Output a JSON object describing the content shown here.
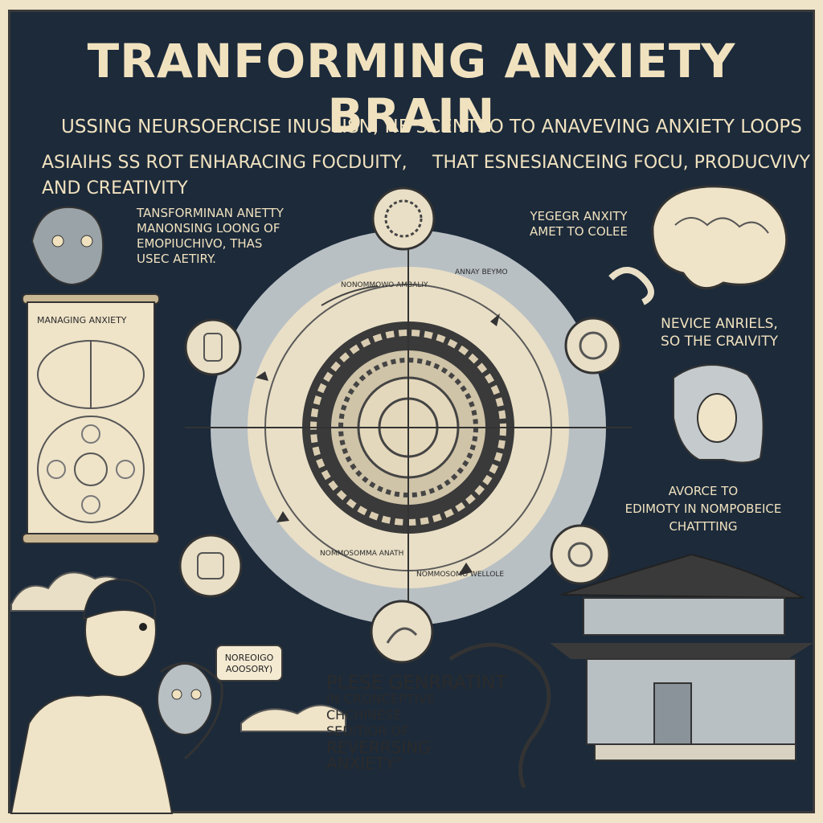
{
  "title": "TRANFORMING ANXIETY BRAIN",
  "subtitle": {
    "line1": "USSING NEURSOERCISE INUSLISN, NE SCENTSO TO ANAVEVING ANXIETY LOOPS",
    "line2_left": "ASIAIHS SS ROT ENHARACING  FOCDUITY,",
    "line2_right": "THAT ESNESIANCEING FOCU, PRODUCVIVY",
    "line3": "AND CREATIVITY"
  },
  "notes": {
    "left_top": [
      "TANSFORMINAN ANETTY",
      "MANONSING LOONG OF",
      "EMOPIUCHIVO, THAS",
      "USEC AETIRY."
    ],
    "right_top": [
      "YEGEGR ANXITY",
      "AMET TO COLEE"
    ],
    "right_mid": [
      "NEVICE ANRIELS,",
      "SO THE CRAIVITY"
    ],
    "right_lower": [
      "AVORCE TO",
      "EDIMOTY IN NOMPOBEICE",
      "CHATTTING"
    ]
  },
  "scroll": {
    "title": "MANAGING ANXIETY"
  },
  "wheel": {
    "top_label": "NONOMMOWO AMBALIY",
    "top_right_label": "ANNAY BEYMO",
    "bottom_left_label": "NOMMOSOMMA ANATH",
    "bottom_right_label": "NOMMOSOMO WELLOLE"
  },
  "bubble": {
    "line1": "NOREOIGO",
    "line2": "AOOSORY)"
  },
  "quote": {
    "line1": "PLESE GENRRATINT",
    "line2": "IN CRONCEPTIVE CHCHINESE",
    "line3": "SEDITIOR OF",
    "line4": "REVERRSING ANXIETY\""
  },
  "colors": {
    "navy": "#1c2a3a",
    "cream": "#f1e2bf",
    "paper": "#efe3c8",
    "ring": "#b9c0c4",
    "ink": "#2b2b2b"
  }
}
